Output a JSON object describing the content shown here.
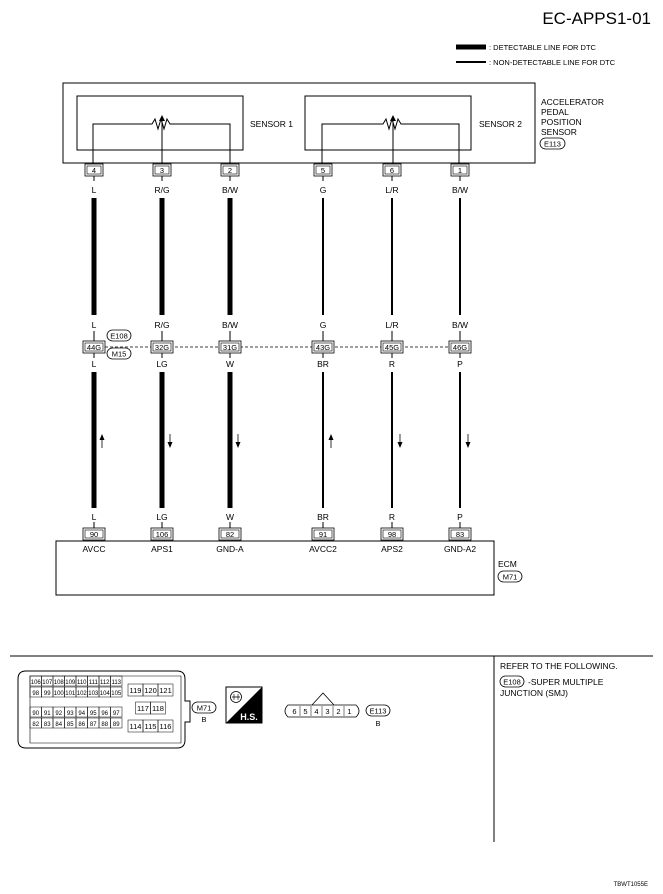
{
  "page_id": "EC-APPS1-01",
  "legend": {
    "detectable": ": DETECTABLE LINE FOR DTC",
    "non_detectable": ": NON-DETECTABLE LINE FOR DTC"
  },
  "sensor": {
    "name_lines": [
      "ACCELERATOR",
      "PEDAL",
      "POSITION",
      "SENSOR"
    ],
    "connector": "E113",
    "sensor1_label": "SENSOR 1",
    "sensor2_label": "SENSOR 2"
  },
  "harness_connectors": {
    "upper": "E108",
    "lower": "M15"
  },
  "circuits": [
    {
      "sensor_pin": "4",
      "color_top": "L",
      "joint": "44G",
      "color_bottom": "L",
      "ecm_pin": "90",
      "ecm_name": "AVCC",
      "direction": "up",
      "detectable": true
    },
    {
      "sensor_pin": "3",
      "color_top": "R/G",
      "joint": "32G",
      "color_bottom": "LG",
      "ecm_pin": "106",
      "ecm_name": "APS1",
      "direction": "down",
      "detectable": true
    },
    {
      "sensor_pin": "2",
      "color_top": "B/W",
      "joint": "31G",
      "color_bottom": "W",
      "ecm_pin": "82",
      "ecm_name": "GND-A",
      "direction": "down",
      "detectable": true
    },
    {
      "sensor_pin": "5",
      "color_top": "G",
      "joint": "43G",
      "color_bottom": "BR",
      "ecm_pin": "91",
      "ecm_name": "AVCC2",
      "direction": "up",
      "detectable": false
    },
    {
      "sensor_pin": "6",
      "color_top": "L/R",
      "joint": "45G",
      "color_bottom": "R",
      "ecm_pin": "98",
      "ecm_name": "APS2",
      "direction": "down",
      "detectable": false
    },
    {
      "sensor_pin": "1",
      "color_top": "B/W",
      "joint": "46G",
      "color_bottom": "P",
      "ecm_pin": "83",
      "ecm_name": "GND-A2",
      "direction": "down",
      "detectable": false
    }
  ],
  "ecm": {
    "label": "ECM",
    "connector": "M71"
  },
  "connector_views": {
    "m71": {
      "label": "M71",
      "color": "B",
      "rows_left": [
        [
          "106",
          "107",
          "108",
          "109",
          "110",
          "111",
          "112",
          "113"
        ],
        [
          "98",
          "99",
          "100",
          "101",
          "102",
          "103",
          "104",
          "105"
        ],
        [
          "90",
          "91",
          "92",
          "93",
          "94",
          "95",
          "96",
          "97"
        ],
        [
          "82",
          "83",
          "84",
          "85",
          "86",
          "87",
          "88",
          "89"
        ]
      ],
      "rows_right": [
        [
          "119",
          "120",
          "121"
        ],
        [
          "117",
          "118"
        ],
        [
          "114",
          "115",
          "116"
        ]
      ]
    },
    "hs_badge": "H.S.",
    "e113": {
      "label": "E113",
      "color": "B",
      "pins": [
        "6",
        "5",
        "4",
        "3",
        "2",
        "1"
      ]
    }
  },
  "refer": {
    "title": "REFER TO THE FOLLOWING.",
    "connector": "E108",
    "text_line1": "-SUPER MULTIPLE",
    "text_line2": "JUNCTION (SMJ)"
  },
  "figure_code": "TBWT1055E"
}
